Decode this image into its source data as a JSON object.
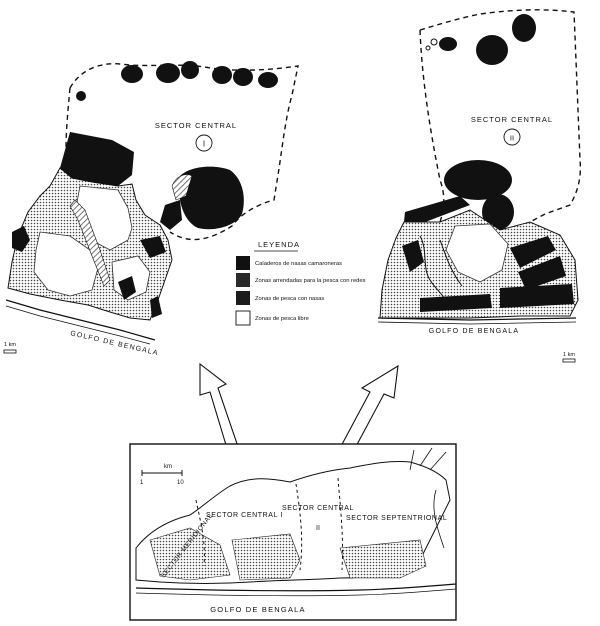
{
  "map_left": {
    "sector_label": "SECTOR CENTRAL",
    "sector_number": "I",
    "gulf_label": "GOLFO DE BENGALA",
    "scale_label": "1 km"
  },
  "map_right": {
    "sector_label": "SECTOR CENTRAL",
    "sector_number": "II",
    "gulf_label": "GOLFO DE BENGALA",
    "scale_label": "1 km"
  },
  "legend": {
    "title": "LEYENDA",
    "items": [
      {
        "label": "Caladeros de nasas camaroneras",
        "fill": "#111111"
      },
      {
        "label": "Zonas arrendadas para la pesca con redes",
        "fill": "#2a2a2a"
      },
      {
        "label": "Zonas de pesca con nasas",
        "fill": "#1c1c1c"
      },
      {
        "label": "Zonas de pesca libre",
        "fill": "#ffffff"
      }
    ]
  },
  "overview": {
    "scale_unit": "km",
    "scale_min": "1",
    "scale_max": "10",
    "sectors": [
      "SECTOR MERIDIONAL",
      "SECTOR CENTRAL I",
      "SECTOR CENTRAL",
      "II",
      "SECTOR SEPTENTRIONAL"
    ],
    "gulf_label": "GOLFO DE BENGALA"
  },
  "colors": {
    "ink": "#111111",
    "paper": "#ffffff",
    "hatch": "#9a9a9a"
  }
}
